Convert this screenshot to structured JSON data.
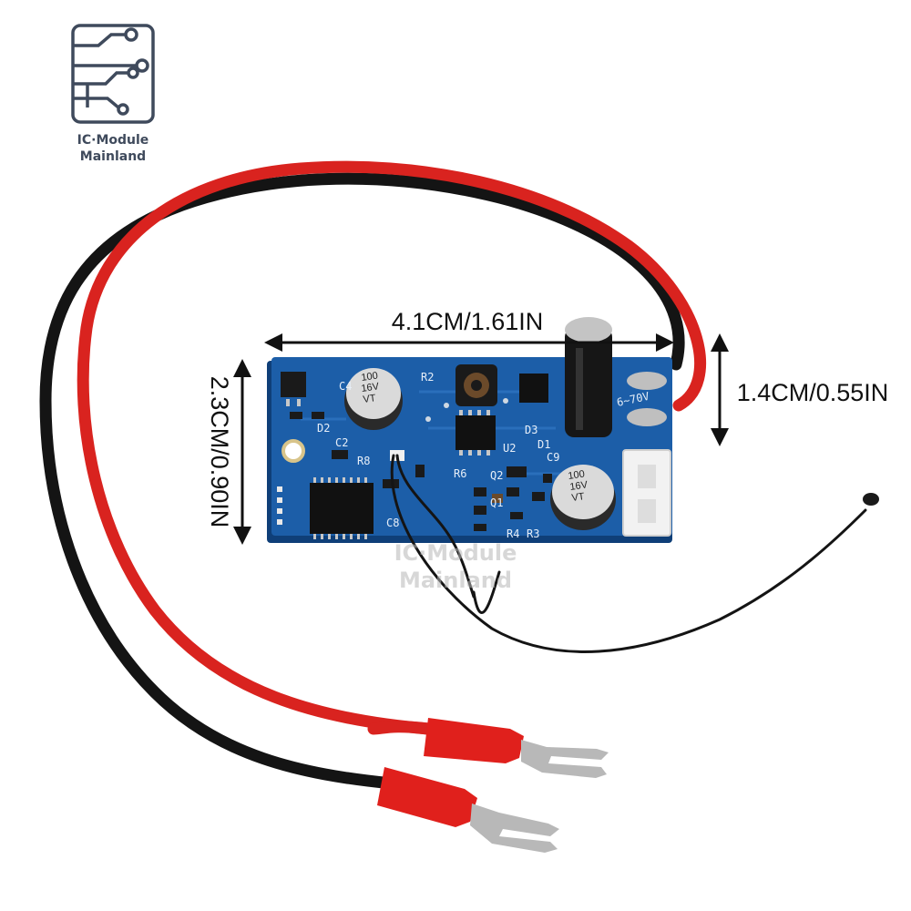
{
  "brand": {
    "logo_icon": "circuit-board-icon",
    "line1": "IC·Module",
    "line2": "Mainland"
  },
  "watermark": {
    "line1": "IC·Module",
    "line2": "Mainland"
  },
  "dimensions": {
    "length": "4.1CM/1.61IN",
    "height": "2.3CM/0.90IN",
    "thickness": "1.4CM/0.55IN"
  },
  "pcb": {
    "color": "#1c5ea8",
    "silkscreen": {
      "c4": "C4",
      "d2": "D2",
      "r8": "R8",
      "c2": "C2",
      "c8": "C8",
      "d3": "D3",
      "d1": "D1",
      "c9": "C9",
      "u2": "U2",
      "r6": "R6",
      "q2": "Q2",
      "q1": "Q1",
      "r4": "R4",
      "r3": "R3",
      "r2": "R2",
      "voltage": "6~70V"
    },
    "cap_large_top": {
      "value": "100",
      "voltage": "16V",
      "series": "VT"
    },
    "cap_large_right": {
      "value": "100",
      "voltage": "16V",
      "series": "VT"
    }
  },
  "wires": {
    "red": "#d9231f",
    "black": "#141414",
    "terminal": "#e0201c"
  }
}
